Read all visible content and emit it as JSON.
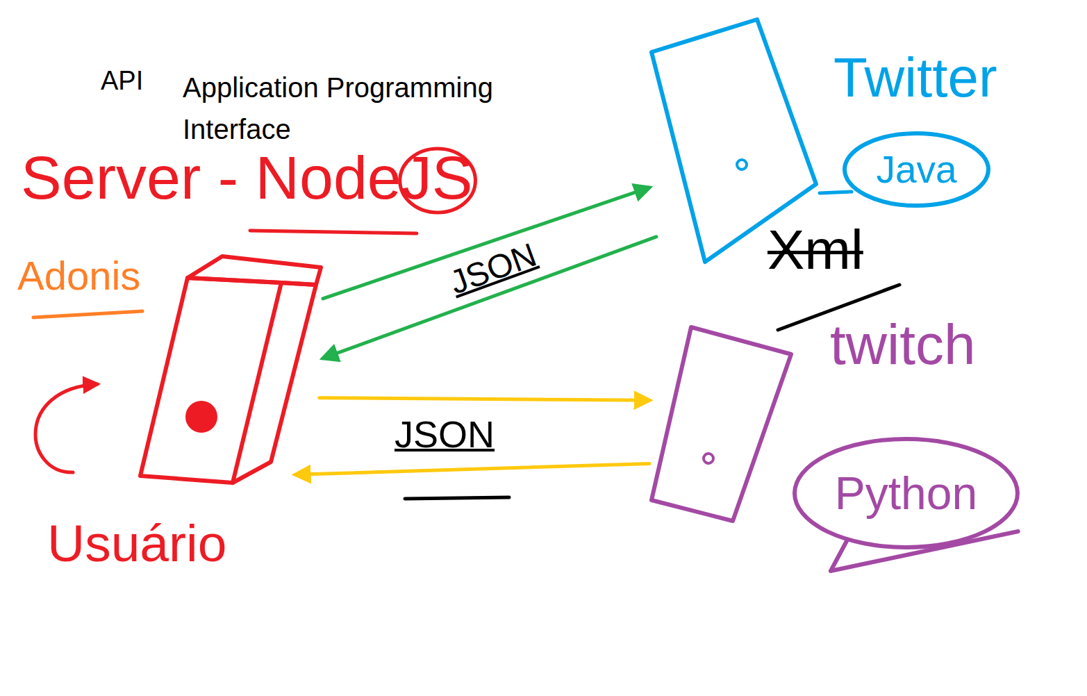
{
  "diagram": {
    "nodes": [
      {
        "text": [
          "Server - NodeJS",
          "Adonis",
          "Usuário"
        ]
      },
      {
        "text": [
          "Twitter"
        ]
      },
      {
        "text": [
          "Java"
        ]
      },
      {
        "text": [
          "twitch"
        ]
      },
      {
        "text": [
          "Python"
        ]
      }
    ],
    "edges": [
      {
        "from": 0,
        "to": 1,
        "arrow": "to",
        "label": "JSON"
      },
      {
        "from": 1,
        "to": 0,
        "arrow": "to"
      },
      {
        "from": 0,
        "to": 3,
        "arrow": "to",
        "label": "JSON"
      },
      {
        "from": 3,
        "to": 0,
        "arrow": "to"
      }
    ],
    "labels": [
      "API",
      "Application Programming Interface",
      "Xml"
    ]
  }
}
